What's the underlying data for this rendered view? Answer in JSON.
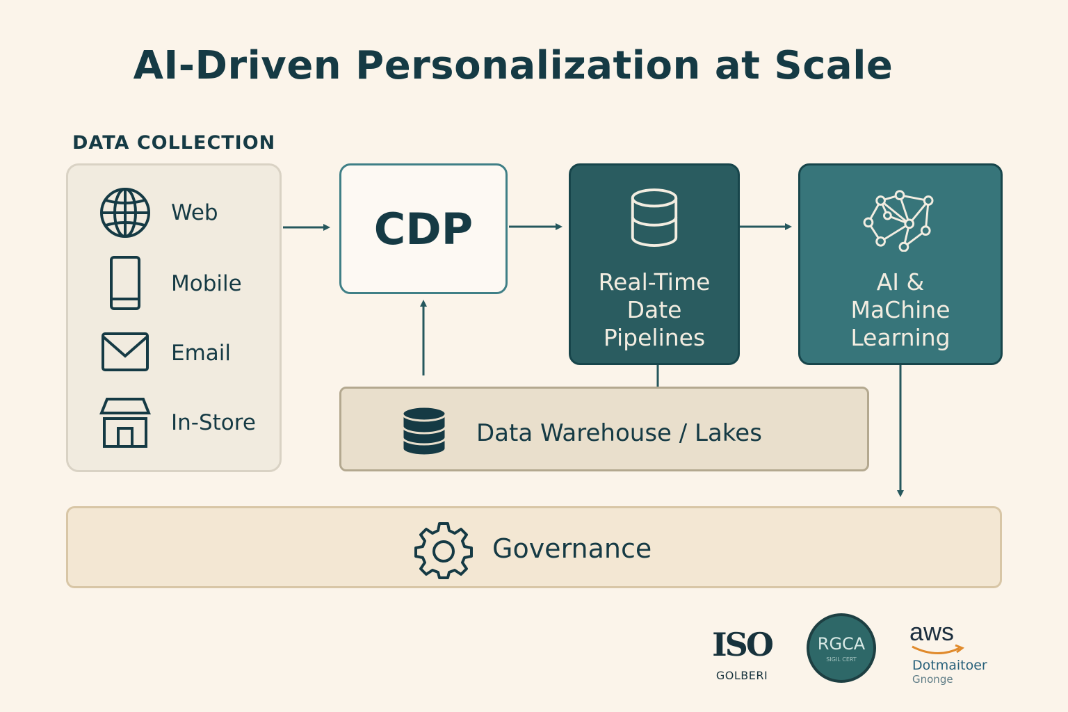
{
  "title": "AI-Driven Personalization at Scale",
  "data_collection": {
    "label": "DATA COLLECTION",
    "sources": [
      {
        "label": "Web",
        "icon": "globe-icon"
      },
      {
        "label": "Mobile",
        "icon": "mobile-phone-icon"
      },
      {
        "label": "Email",
        "icon": "envelope-icon"
      },
      {
        "label": "In-Store",
        "icon": "storefront-icon"
      }
    ]
  },
  "cdp": {
    "label": "CDP"
  },
  "pipelines": {
    "lines": [
      "Real-Time",
      "Date",
      "Pipelines"
    ],
    "icon": "database-icon"
  },
  "ml": {
    "lines": [
      "AI &",
      "MaChine",
      "Learning"
    ],
    "icon": "neural-network-icon"
  },
  "warehouse": {
    "label": "Data Warehouse / Lakes",
    "icon": "database-icon"
  },
  "governance": {
    "label": "Governance",
    "icon": "gear-icon"
  },
  "logos": {
    "iso": {
      "main": "ISO",
      "sub": "GOLBERI"
    },
    "rgca": {
      "main": "RGCA",
      "sub": "SIGIL CERT"
    },
    "aws": {
      "main": "aws",
      "sub1": "Dotmaitoer",
      "sub2": "Gnonge"
    }
  },
  "colors": {
    "background": "#fbf4ea",
    "text": "#153a44",
    "teal_dark": "#2a5c60",
    "teal": "#37757a",
    "cdp_border": "#3f7f86",
    "warehouse_fill": "#e9dfcc",
    "governance_fill": "#f3e7d3"
  }
}
